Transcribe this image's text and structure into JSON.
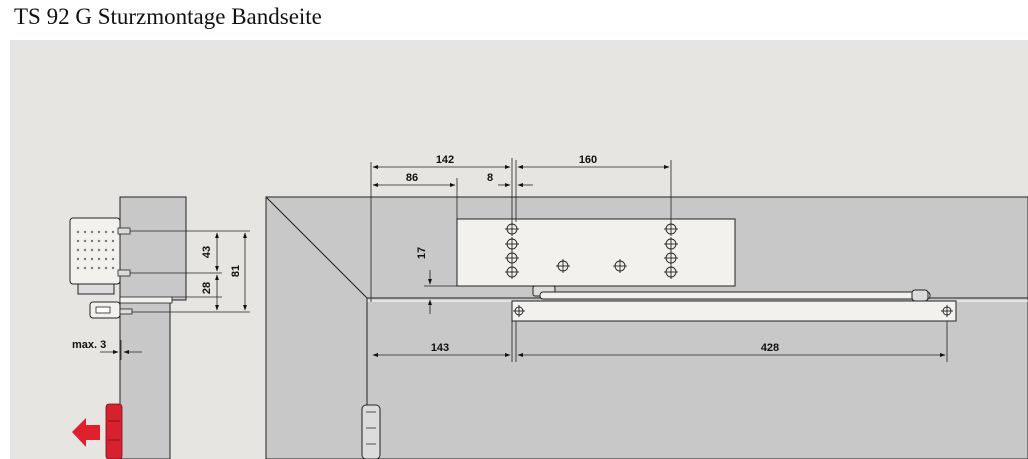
{
  "title": "TS 92 G Sturzmontage Bandseite",
  "dimensions": {
    "d142": "142",
    "d160": "160",
    "d86": "86",
    "d8": "8",
    "d17": "17",
    "d43": "43",
    "d28": "28",
    "d81": "81",
    "max3": "max. 3",
    "d143": "143",
    "d428": "428"
  },
  "colors": {
    "panel_background": "#e6e5e1",
    "surface_gray": "#c8c8c8",
    "part_light": "#f2f1ee",
    "line": "#222222",
    "hinge_red": "#d7212f",
    "arrow_red": "#e0202c"
  },
  "icons": {
    "arrow": "opening-direction-arrow-icon",
    "hinge": "door-hinge-icon"
  }
}
